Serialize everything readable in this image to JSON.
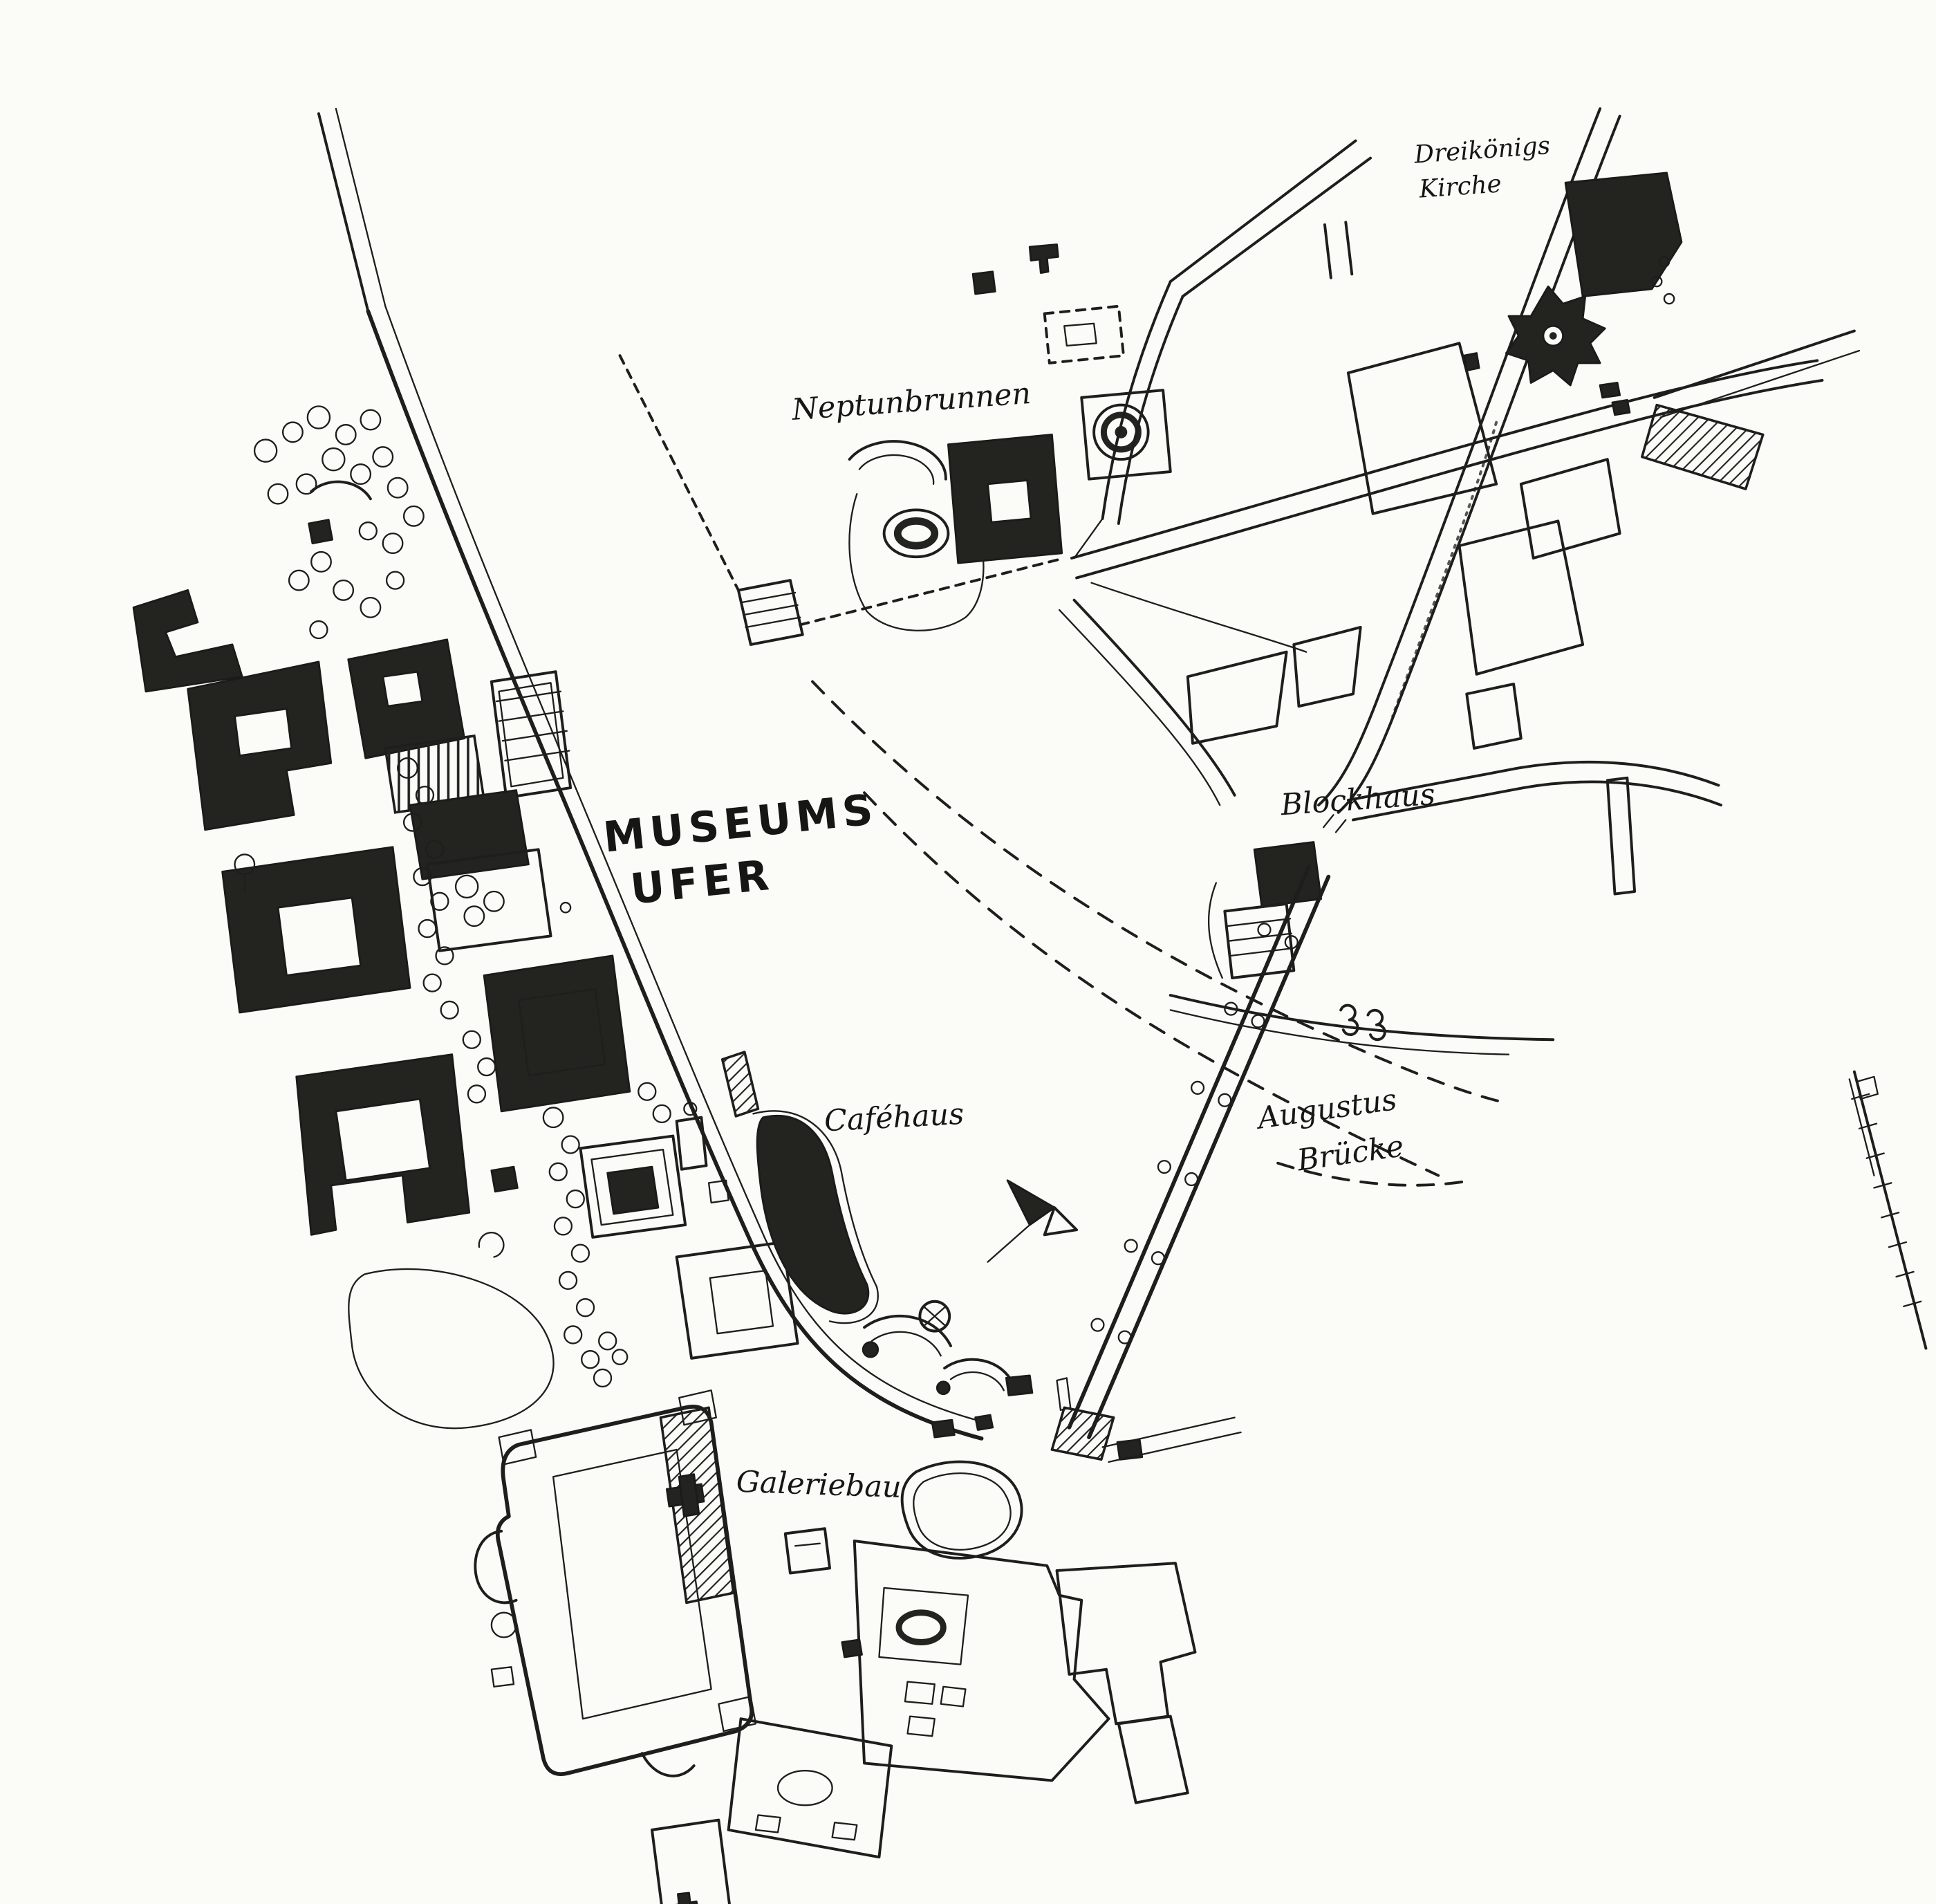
{
  "page": {
    "kind": "hand-drawn city plan sketch, black ink on white paper",
    "paper_color": "#fbfbf8",
    "ink_color": "#1e1e1c"
  },
  "map": {
    "labels": {
      "museums_ufer_line1": "MUSEUMS",
      "museums_ufer_line2": "UFER",
      "neptunbrunnen": "Neptunbrunnen",
      "blockhaus": "Blockhaus",
      "cafehaus": "Caféhaus",
      "augustus_line1": "Augustus",
      "augustus_line2": "Brücke",
      "dreikoenigs_line1": "Dreikönigs",
      "dreikoenigs_line2": "Kirche",
      "galeriebau": "Galeriebau"
    },
    "features": [
      "river-bank-curve",
      "augustus-bridge-with-piers",
      "blockhaus-building",
      "neptune-fountain",
      "dreikoenigskirche-star-building",
      "museum-quarter-hatched-buildings",
      "gallery-building-outline",
      "neustadt-street-grid",
      "tree-clusters",
      "north-arrow",
      "dashed-shore-arcs"
    ]
  }
}
